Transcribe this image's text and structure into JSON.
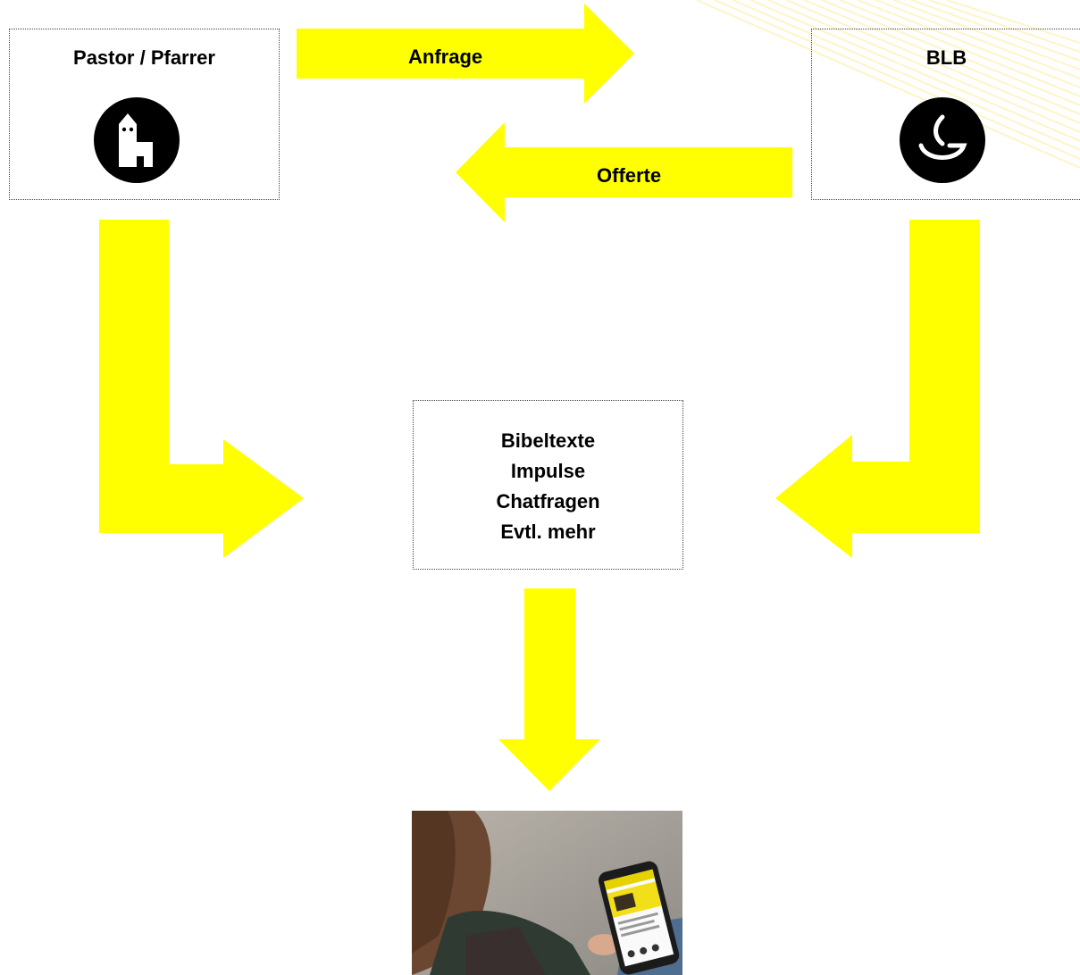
{
  "pastor": {
    "title": "Pastor / Pfarrer",
    "icon": "church-icon"
  },
  "blb": {
    "title": "BLB",
    "icon": "oil-lamp-icon"
  },
  "arrows": {
    "request": "Anfrage",
    "offer": "Offerte"
  },
  "content": {
    "items": [
      "Bibeltexte",
      "Impulse",
      "Chatfragen",
      "Evtl. mehr"
    ]
  },
  "photo": {
    "description_icon": "smartphone-user-photo"
  },
  "colors": {
    "arrow": "#ffff00",
    "icon_bg": "#000000",
    "border": "#444444"
  }
}
